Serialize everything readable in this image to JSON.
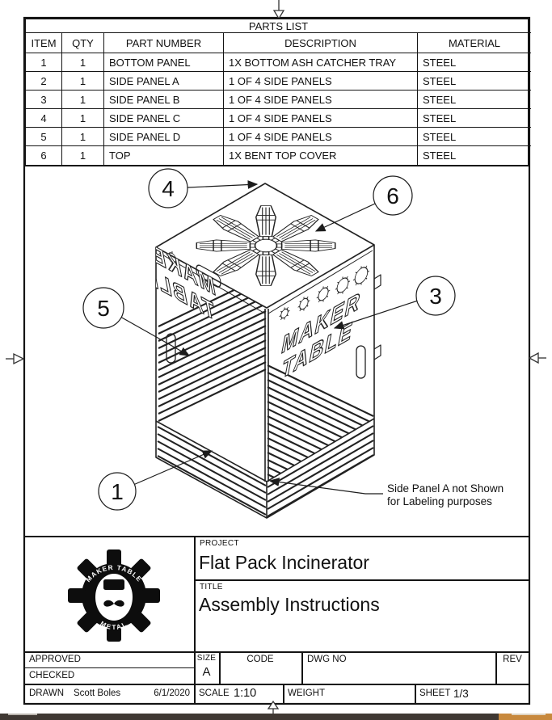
{
  "parts_list": {
    "title": "PARTS LIST",
    "columns": [
      "ITEM",
      "QTY",
      "PART NUMBER",
      "DESCRIPTION",
      "MATERIAL"
    ],
    "rows": [
      [
        "1",
        "1",
        "BOTTOM PANEL",
        "1X BOTTOM  ASH CATCHER TRAY",
        "STEEL"
      ],
      [
        "2",
        "1",
        "SIDE PANEL A",
        "1 OF 4 SIDE PANELS",
        "STEEL"
      ],
      [
        "3",
        "1",
        "SIDE PANEL B",
        "1 OF 4 SIDE PANELS",
        "STEEL"
      ],
      [
        "4",
        "1",
        "SIDE PANEL C",
        "1 OF 4 SIDE PANELS",
        "STEEL"
      ],
      [
        "5",
        "1",
        "SIDE PANEL D",
        "1 OF 4 SIDE PANELS",
        "STEEL"
      ],
      [
        "6",
        "1",
        "TOP",
        "1X BENT TOP COVER",
        "STEEL"
      ]
    ]
  },
  "drawing": {
    "balloons": {
      "b1": "1",
      "b3": "3",
      "b4": "4",
      "b5": "5",
      "b6": "6"
    },
    "note_line1": "Side Panel A not Shown",
    "note_line2": "for Labeling purposes",
    "panel_word1": "MAKER",
    "panel_word2": "TABLE"
  },
  "title_block": {
    "project_label": "PROJECT",
    "project": "Flat Pack Incinerator",
    "title_label": "TITLE",
    "title": "Assembly Instructions",
    "approved_label": "APPROVED",
    "checked_label": "CHECKED",
    "drawn_label": "DRAWN",
    "drawn_by": "Scott Boles",
    "drawn_date": "6/1/2020",
    "size_label": "SIZE",
    "size": "A",
    "code_label": "CODE",
    "dwg_no_label": "DWG NO",
    "rev_label": "REV",
    "scale_label": "SCALE",
    "scale": "1:10",
    "weight_label": "WEIGHT",
    "sheet_label": "SHEET",
    "sheet": "1/3"
  },
  "logo": {
    "top_text": "MAKER TABLE",
    "bottom_text": "METAL"
  },
  "colors": {
    "line": "#141414",
    "bar_dark": "#3f3833",
    "bar_accent": "#c8893d"
  }
}
